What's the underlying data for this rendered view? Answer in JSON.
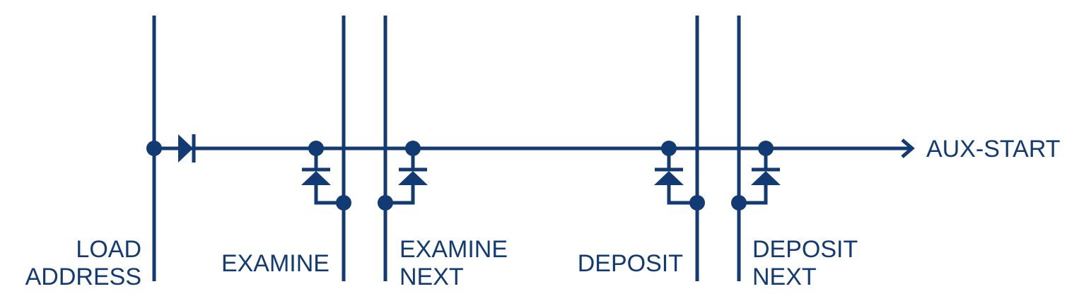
{
  "colors": {
    "ink": "#123a73",
    "background": "#ffffff"
  },
  "output_label": "AUX-START",
  "switch_lines": [
    {
      "id": "load-address",
      "label_lines": [
        "LOAD",
        "ADDRESS"
      ]
    },
    {
      "id": "examine",
      "label_lines": [
        "EXAMINE"
      ]
    },
    {
      "id": "examine-next",
      "label_lines": [
        "EXAMINE",
        "NEXT"
      ]
    },
    {
      "id": "deposit",
      "label_lines": [
        "DEPOSIT"
      ]
    },
    {
      "id": "deposit-next",
      "label_lines": [
        "DEPOSIT",
        "NEXT"
      ]
    }
  ]
}
